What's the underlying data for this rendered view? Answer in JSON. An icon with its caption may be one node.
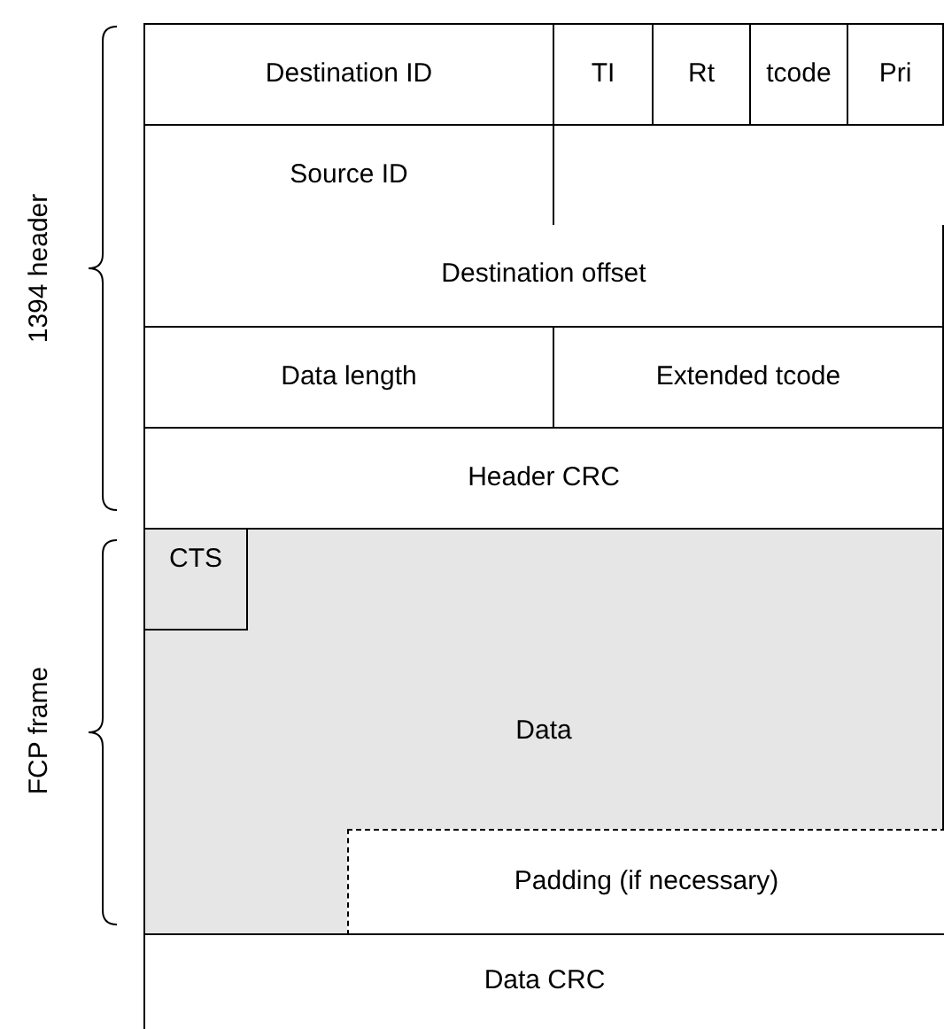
{
  "diagram": {
    "nodes": [
      {
        "text": [
          "Destination ID"
        ]
      },
      {
        "text": [
          "TI"
        ]
      },
      {
        "text": [
          "Rt"
        ]
      },
      {
        "text": [
          "tcode"
        ]
      },
      {
        "text": [
          "Pri"
        ]
      },
      {
        "text": [
          "Source ID"
        ]
      },
      {
        "text": [
          "Destination offset"
        ]
      },
      {
        "text": [
          "Data length"
        ]
      },
      {
        "text": [
          "Extended tcode"
        ]
      },
      {
        "text": [
          "Header CRC"
        ]
      },
      {
        "text": [
          "Data"
        ]
      },
      {
        "text": [
          "CTS"
        ],
        "in": 10
      },
      {
        "text": [
          "Padding (if necessary)"
        ],
        "in": 10
      },
      {
        "text": [
          "Data CRC"
        ]
      }
    ],
    "labels": [
      "1394 header",
      "FCP frame"
    ]
  }
}
